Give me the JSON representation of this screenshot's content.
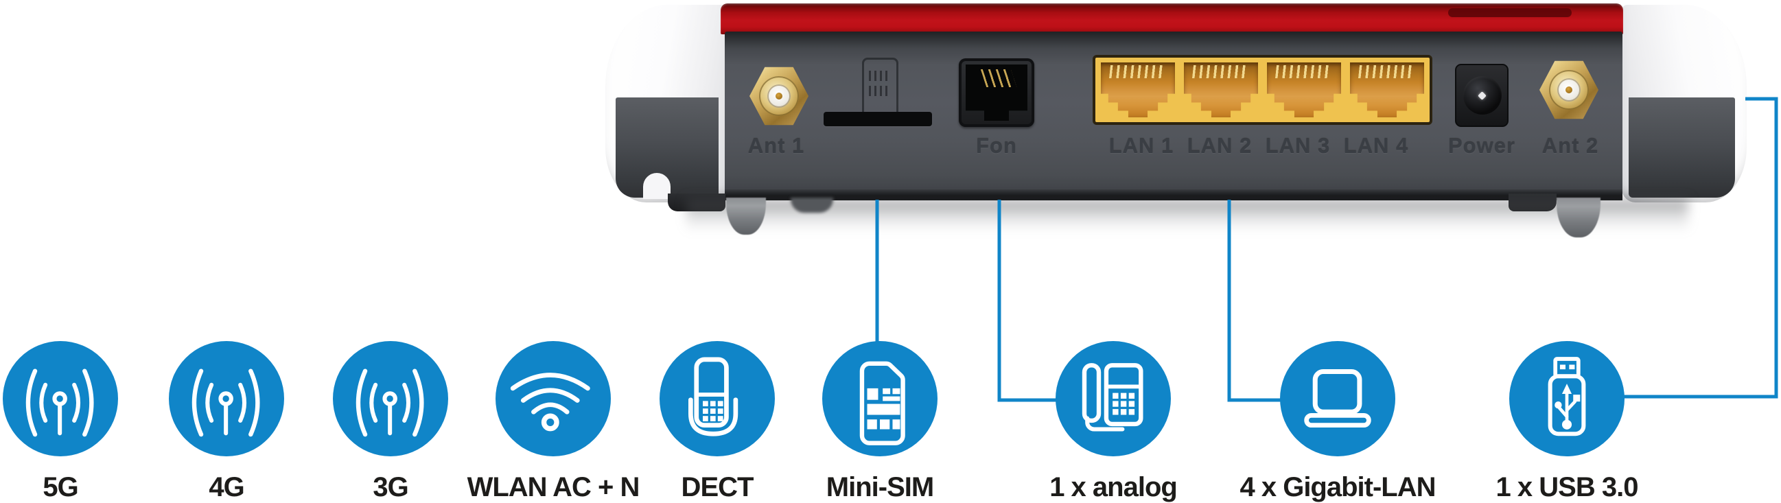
{
  "device_ports": {
    "ant1": "Ant 1",
    "fon": "Fon",
    "lan1": "LAN 1",
    "lan2": "LAN 2",
    "lan3": "LAN 3",
    "lan4": "LAN 4",
    "power": "Power",
    "ant2": "Ant 2"
  },
  "features": [
    {
      "label": "5G",
      "icon": "cellular-antenna-icon"
    },
    {
      "label": "4G",
      "icon": "cellular-antenna-icon"
    },
    {
      "label": "3G",
      "icon": "cellular-antenna-icon"
    },
    {
      "label": "WLAN AC + N",
      "icon": "wifi-icon"
    },
    {
      "label": "DECT",
      "icon": "cordless-phone-icon"
    },
    {
      "label": "Mini-SIM",
      "icon": "sim-card-icon"
    },
    {
      "label": "1 x analog",
      "icon": "desk-phone-icon"
    },
    {
      "label": "4 x Gigabit-LAN",
      "icon": "laptop-icon"
    },
    {
      "label": "1 x USB 3.0",
      "icon": "usb-stick-icon"
    }
  ],
  "connectors": [
    {
      "from": "sim-slot",
      "to": "Mini-SIM"
    },
    {
      "from": "fon-port",
      "to": "1 x analog"
    },
    {
      "from": "lan-ports",
      "to": "4 x Gigabit-LAN"
    },
    {
      "from": "right-side-usb-port",
      "to": "1 x USB 3.0"
    }
  ],
  "colors": {
    "accent_blue": "#1085c8",
    "brand_red": "#b51118",
    "panel_gray": "#53565c",
    "lan_port_yellow": "#efc24f",
    "label_text": "#1d1c1a"
  }
}
